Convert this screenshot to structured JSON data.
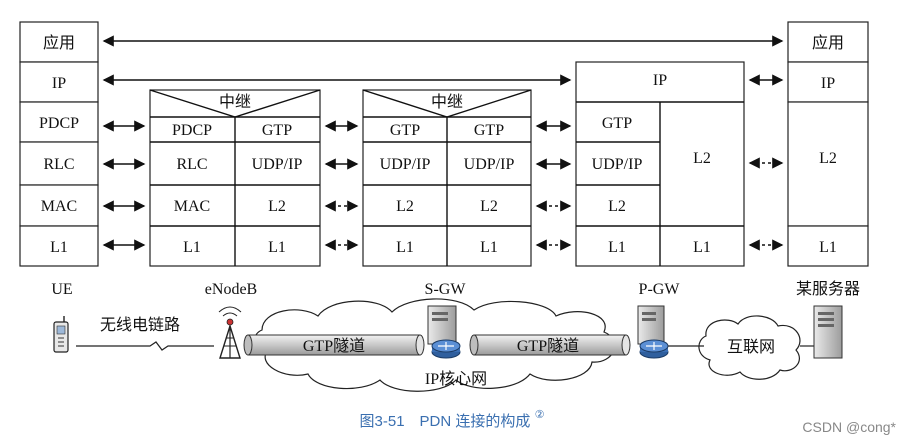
{
  "stacks": {
    "ue": [
      "应用",
      "IP",
      "PDCP",
      "RLC",
      "MAC",
      "L1"
    ],
    "enodeb_title": "中继",
    "enodeb_left": [
      "PDCP",
      "RLC",
      "MAC",
      "L1"
    ],
    "enodeb_right": [
      "GTP",
      "UDP/IP",
      "L2",
      "L1"
    ],
    "sgw_title": "中继",
    "sgw_left": [
      "GTP",
      "UDP/IP",
      "L2",
      "L1"
    ],
    "sgw_right": [
      "GTP",
      "UDP/IP",
      "L2",
      "L1"
    ],
    "pgw_top": "IP",
    "pgw_left": [
      "GTP",
      "UDP/IP",
      "L2",
      "L1"
    ],
    "pgw_right_l2": "L2",
    "pgw_right_l1": "L1",
    "server": [
      "应用",
      "IP",
      "L2",
      "L1"
    ]
  },
  "nodes": {
    "ue": "UE",
    "enodeb": "eNodeB",
    "sgw": "S-GW",
    "pgw": "P-GW",
    "server": "某服务器"
  },
  "network": {
    "wireless_link": "无线电链路",
    "tunnel1": "GTP隧道",
    "tunnel2": "GTP隧道",
    "ip_core": "IP核心网",
    "internet": "互联网"
  },
  "caption": {
    "text": "图3-51　PDN 连接的构成",
    "footnote": "②"
  },
  "watermark": "CSDN @cong*",
  "colors": {
    "caption": "#3a6fb0",
    "tunnel": "#d6d6d6",
    "router": "#3b6fb5"
  }
}
